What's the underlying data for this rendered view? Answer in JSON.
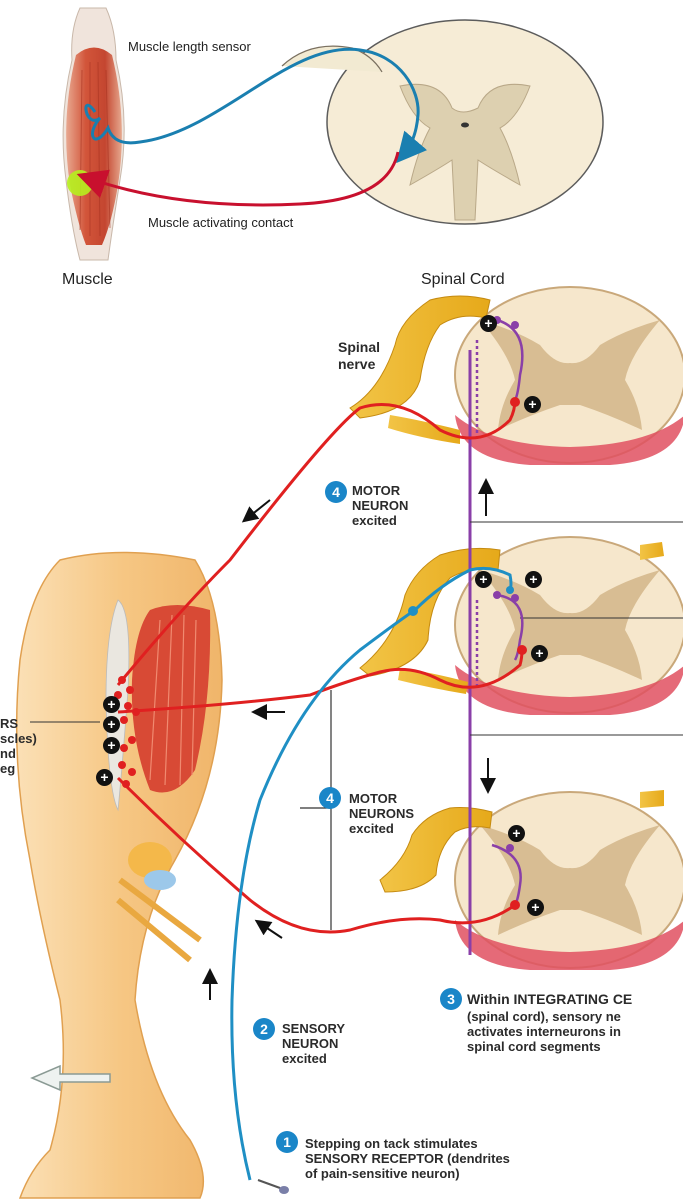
{
  "top_diagram": {
    "sensor_label": "Muscle length sensor",
    "activating_label": "Muscle activating contact",
    "muscle_label": "Muscle",
    "cord_label": "Spinal Cord"
  },
  "bottom_diagram": {
    "spinal_nerve_label": "Spinal\nnerve",
    "step4_top": {
      "number": "4",
      "text": "MOTOR\nNEURON\nexcited"
    },
    "step4_mid": {
      "number": "4",
      "text": "MOTOR\nNEURONS\nexcited"
    },
    "step2": {
      "number": "2",
      "text": "SENSORY\nNEURON\nexcited"
    },
    "step3": {
      "number": "3",
      "text_bold": "Within INTEGRATING CE",
      "text_rest": "(spinal cord), sensory ne\nactivates interneurons in\nspinal cord segments"
    },
    "step1": {
      "number": "1",
      "text": "Stepping on tack stimulates\nSENSORY RECEPTOR (dendrites\nof pain-sensitive neuron)"
    },
    "effector_fragment": "RS\nscles)\nnd\neg",
    "synapse_symbol": "+"
  },
  "colors": {
    "sensory_blue": "#1f8fc4",
    "motor_red": "#e02020",
    "interneuron_purple": "#8a3fa8",
    "cord_tan": "#f6e7cc",
    "gray_matter": "#c8b088",
    "muscle_red": "#d84a35",
    "skin": "#f7c98a",
    "badge_blue": "#1a86c8"
  }
}
